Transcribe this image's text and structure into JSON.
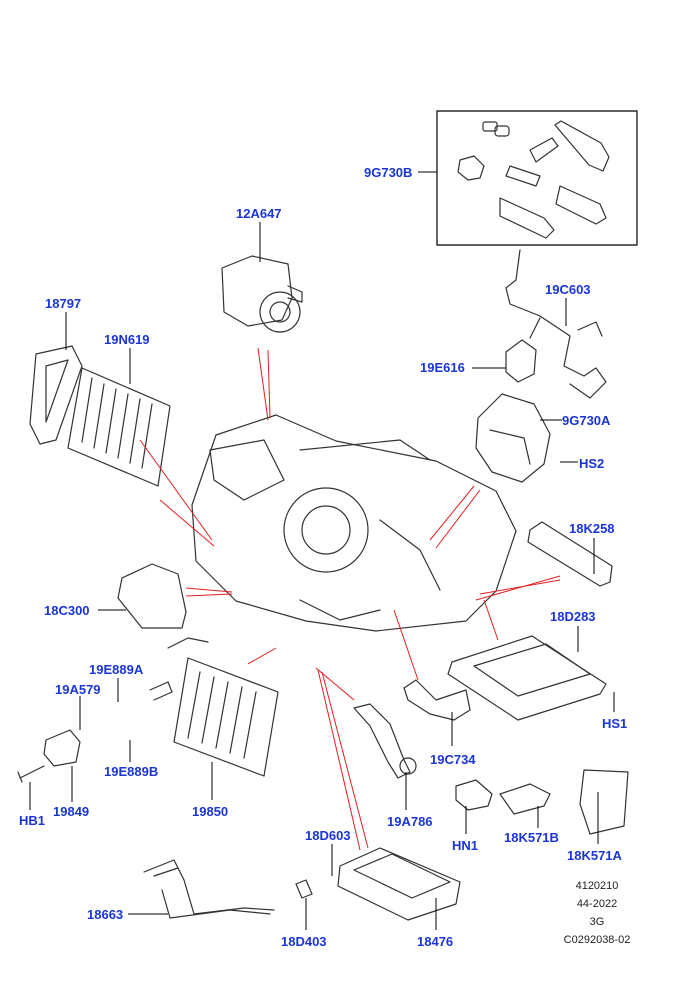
{
  "labels": {
    "p9G730B": "9G730B",
    "p12A647": "12A647",
    "p19C603": "19C603",
    "p18797": "18797",
    "p19N619": "19N619",
    "p19E616": "19E616",
    "p9G730A": "9G730A",
    "pHS2": "HS2",
    "p18K258": "18K258",
    "p18C300": "18C300",
    "p18D283": "18D283",
    "p19E889A": "19E889A",
    "p19A579": "19A579",
    "pHS1": "HS1",
    "p19C734": "19C734",
    "p19E889B": "19E889B",
    "pHB1": "HB1",
    "p19849": "19849",
    "p19850": "19850",
    "p19A786": "19A786",
    "pHN1": "HN1",
    "p18K571B": "18K571B",
    "p18K571A": "18K571A",
    "p18D603": "18D603",
    "p18663": "18663",
    "p18D403": "18D403",
    "p18476": "18476"
  },
  "reference": {
    "line1": "4120210",
    "line2": "44-2022",
    "line3": "3G",
    "line4": "C0292038-02"
  },
  "colors": {
    "label": "#1a35d6",
    "leader": "#000000",
    "callout": "#e02020",
    "part": "#333333"
  }
}
